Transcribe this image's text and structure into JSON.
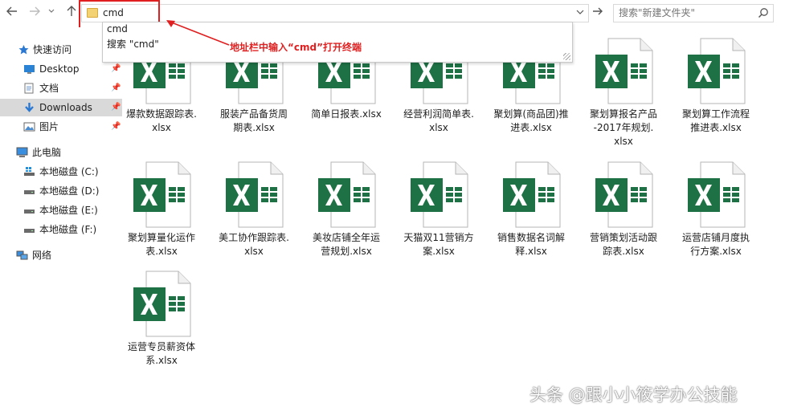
{
  "nav": {
    "back_icon": "arrow-left-icon",
    "forward_icon": "arrow-right-icon",
    "recent_icon": "chevron-down-icon",
    "up_icon": "arrow-up-icon"
  },
  "address": {
    "value": "cmd"
  },
  "autocomplete": {
    "item1": "cmd",
    "item2": "搜索 \"cmd\""
  },
  "search": {
    "placeholder": "搜索\"新建文件夹\""
  },
  "annotation": "地址栏中输入“cmd”打开终端",
  "sidebar": {
    "quick_access": "快速访问",
    "items": [
      {
        "label": "Desktop",
        "icon": "desktop-icon",
        "pinned": true
      },
      {
        "label": "文档",
        "icon": "documents-icon",
        "pinned": true
      },
      {
        "label": "Downloads",
        "icon": "downloads-icon",
        "pinned": true,
        "selected": true
      },
      {
        "label": "图片",
        "icon": "pictures-icon",
        "pinned": true
      }
    ],
    "this_pc": "此电脑",
    "drives": [
      {
        "label": "本地磁盘 (C:)",
        "icon": "windows-drive-icon"
      },
      {
        "label": "本地磁盘 (D:)",
        "icon": "drive-icon"
      },
      {
        "label": "本地磁盘 (E:)",
        "icon": "drive-icon"
      },
      {
        "label": "本地磁盘 (F:)",
        "icon": "drive-icon"
      }
    ],
    "network": "网络"
  },
  "files": [
    {
      "l1": "爆款数据跟踪表.",
      "l2": "xlsx",
      "l3": ""
    },
    {
      "l1": "服装产品备货周",
      "l2": "期表.xlsx",
      "l3": ""
    },
    {
      "l1": "简单日报表.xlsx",
      "l2": "",
      "l3": ""
    },
    {
      "l1": "经营利润简单表.",
      "l2": "xlsx",
      "l3": ""
    },
    {
      "l1": "聚划算(商品团)推",
      "l2": "进表.xlsx",
      "l3": ""
    },
    {
      "l1": "聚划算报名产品",
      "l2": "-2017年规划.",
      "l3": "xlsx"
    },
    {
      "l1": "聚划算工作流程",
      "l2": "推进表.xlsx",
      "l3": ""
    },
    {
      "l1": "聚划算量化运作",
      "l2": "表.xlsx",
      "l3": ""
    },
    {
      "l1": "美工协作跟踪表.",
      "l2": "xlsx",
      "l3": ""
    },
    {
      "l1": "美妆店铺全年运",
      "l2": "营规划.xlsx",
      "l3": ""
    },
    {
      "l1": "天猫双11营销方",
      "l2": "案.xlsx",
      "l3": ""
    },
    {
      "l1": "销售数据名词解",
      "l2": "释.xlsx",
      "l3": ""
    },
    {
      "l1": "营销策划活动跟",
      "l2": "踪表.xlsx",
      "l3": ""
    },
    {
      "l1": "运营店铺月度执",
      "l2": "行方案.xlsx",
      "l3": ""
    },
    {
      "l1": "运营专员薪资体",
      "l2": "系.xlsx",
      "l3": ""
    }
  ],
  "file_icon": "excel-file-icon",
  "watermark": "头条 @跟小小筱学办公技能",
  "colors": {
    "excel_green": "#1e7145",
    "highlight_red": "#e02020",
    "selected_bg": "#d9d9d9"
  }
}
